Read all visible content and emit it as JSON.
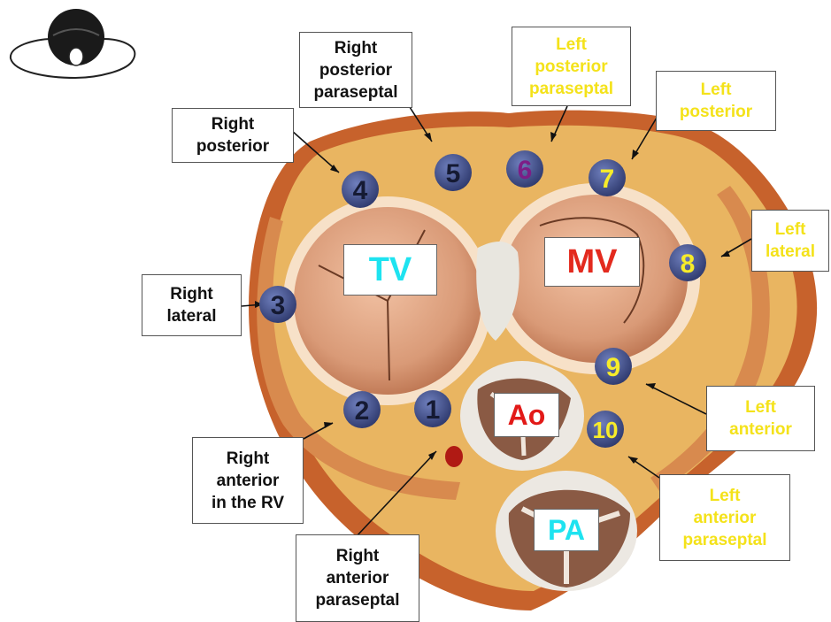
{
  "colors": {
    "right_label_text": "#111111",
    "left_label_text": "#f4e21a",
    "marker_fill": "#3c4a86",
    "marker_number_dark": "#151a33",
    "marker_number_purple": "#7d1d86",
    "marker_number_yellow": "#f7ec2a",
    "tv_text": "#1ee3f0",
    "mv_text": "#e32a1e",
    "ao_text": "#e21a18",
    "pa_text": "#1ee3f0",
    "fat": "#e9b561",
    "myocardium": "#c7622c",
    "valve_leaflet": "#e8a98a"
  },
  "orientation_icon": "head-viewed-from-above-icon",
  "valves": [
    {
      "id": "tv",
      "label": "TV"
    },
    {
      "id": "mv",
      "label": "MV"
    },
    {
      "id": "ao",
      "label": "Ao"
    },
    {
      "id": "pa",
      "label": "PA"
    }
  ],
  "markers": [
    {
      "number": "1",
      "number_color": "#151a33"
    },
    {
      "number": "2",
      "number_color": "#151a33"
    },
    {
      "number": "3",
      "number_color": "#151a33"
    },
    {
      "number": "4",
      "number_color": "#151a33"
    },
    {
      "number": "5",
      "number_color": "#151a33"
    },
    {
      "number": "6",
      "number_color": "#7d1d86"
    },
    {
      "number": "7",
      "number_color": "#f7ec2a"
    },
    {
      "number": "8",
      "number_color": "#f7ec2a"
    },
    {
      "number": "9",
      "number_color": "#f7ec2a"
    },
    {
      "number": "10",
      "number_color": "#f7ec2a"
    }
  ],
  "labels": [
    {
      "id": "right-posterior-paraseptal",
      "text": "Right\nposterior\nparaseptal"
    },
    {
      "id": "left-posterior-paraseptal",
      "text": "Left\nposterior\nparaseptal"
    },
    {
      "id": "right-posterior",
      "text": "Right\nposterior"
    },
    {
      "id": "left-posterior",
      "text": "Left\nposterior"
    },
    {
      "id": "right-lateral",
      "text": "Right\nlateral"
    },
    {
      "id": "left-lateral",
      "text": "Left\nlateral"
    },
    {
      "id": "left-anterior",
      "text": "Left\nanterior"
    },
    {
      "id": "right-anterior-rv",
      "text": "Right\nanterior\nin the RV"
    },
    {
      "id": "left-anterior-paraseptal",
      "text": "Left\nanterior\nparaseptal"
    },
    {
      "id": "right-anterior-paraseptal",
      "text": "Right\nanterior\nparaseptal"
    }
  ]
}
